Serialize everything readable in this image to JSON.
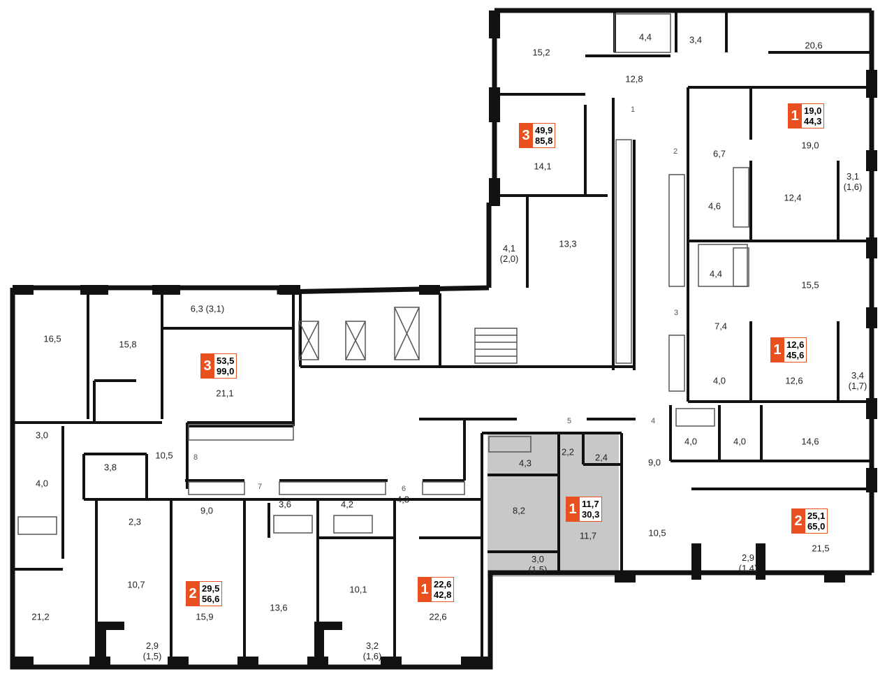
{
  "colors": {
    "wall": "#111111",
    "accent": "#e8501f",
    "highlight": "#c8c8c8",
    "fixture": "#555555"
  },
  "room_areas": [
    "15,2",
    "4,4",
    "3,4",
    "20,6",
    "12,8",
    "14,1",
    "19,0",
    "6,7",
    "12,4",
    "3,1\n(1,6)",
    "4,6",
    "4,1\n(2,0)",
    "13,3",
    "4,4",
    "15,5",
    "7,4",
    "4,0",
    "12,6",
    "3,4\n(1,7)",
    "6,3 (3,1)",
    "16,5",
    "15,8",
    "21,1",
    "3,0",
    "3,8",
    "10,5",
    "4,0",
    "2,3",
    "9,0",
    "3,6",
    "4,2",
    "4,3",
    "4,3",
    "2,2",
    "2,4",
    "8,2",
    "11,7",
    "3,0\n(1,5)",
    "9,0",
    "4,0",
    "4,0",
    "14,6",
    "10,5",
    "21,5",
    "2,9\n(1,4)",
    "10,7",
    "15,9",
    "13,6",
    "10,1",
    "22,6",
    "21,2",
    "2,9\n(1,5)",
    "3,2\n(1,6)"
  ],
  "door_numbers": [
    "1",
    "2",
    "3",
    "4",
    "5",
    "6",
    "7",
    "8"
  ],
  "apartments": [
    {
      "rooms": "3",
      "living": "49,9",
      "total": "85,8"
    },
    {
      "rooms": "1",
      "living": "19,0",
      "total": "44,3"
    },
    {
      "rooms": "3",
      "living": "53,5",
      "total": "99,0"
    },
    {
      "rooms": "1",
      "living": "12,6",
      "total": "45,6"
    },
    {
      "rooms": "1",
      "living": "11,7",
      "total": "30,3"
    },
    {
      "rooms": "2",
      "living": "25,1",
      "total": "65,0"
    },
    {
      "rooms": "2",
      "living": "29,5",
      "total": "56,6"
    },
    {
      "rooms": "1",
      "living": "22,6",
      "total": "42,8"
    }
  ]
}
